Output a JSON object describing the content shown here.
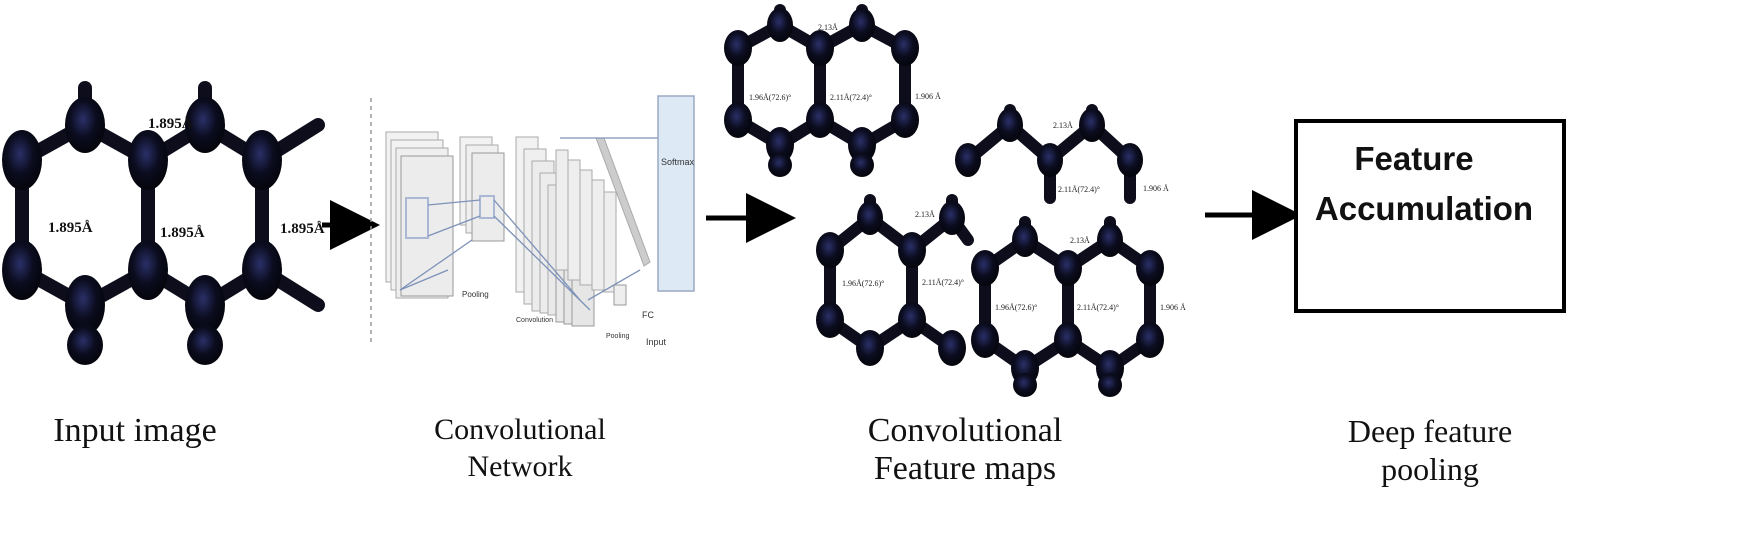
{
  "input_image": {
    "labels": [
      "1.895Å",
      "1.895Å",
      "1.895Å",
      "1.895Å"
    ]
  },
  "cnn": {
    "labels": [
      "Softmax",
      "Pooling",
      "Convolution",
      "Pooling",
      "FC",
      "Input"
    ]
  },
  "feature_maps": {
    "labels_top": [
      "2.13Å",
      "1.96Å(72.6)°",
      "2.11Å(72.4)°",
      "1.906 Å"
    ],
    "labels_mid": [
      "2.13Å",
      "2.11Å(72.4)°",
      "1.906 Å"
    ],
    "labels_bl": [
      "2.13Å",
      "1.96Å(72.6)°",
      "2.11Å(72.4)°"
    ],
    "labels_br": [
      "2.13Å",
      "1.96Å(72.6)°",
      "2.11Å(72.4)°",
      "1.906 Å"
    ]
  },
  "box": {
    "line1": "Feature",
    "line2": "Accumulation"
  },
  "captions": {
    "input": "Input image",
    "cnn_line1": "Convolutional",
    "cnn_line2": "Network",
    "maps_line1": "Convolutional",
    "maps_line2": "Feature maps",
    "pool_line1": "Deep feature",
    "pool_line2": "pooling"
  },
  "colors": {
    "atom": "#0b0c1e",
    "softmax_panel": "#dde9f5"
  }
}
